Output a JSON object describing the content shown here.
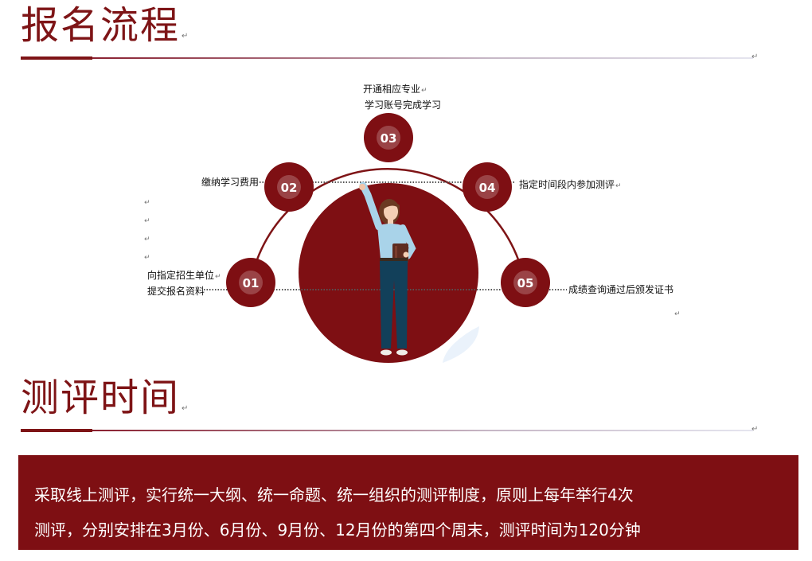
{
  "section1": {
    "title": "报名流程",
    "steps": [
      {
        "number": "01",
        "label_lines": [
          "向指定招生单位",
          "提交报名资料"
        ]
      },
      {
        "number": "02",
        "label_lines": [
          "缴纳学习费用"
        ]
      },
      {
        "number": "03",
        "label_lines": [
          "开通相应专业",
          "学习账号完成学习"
        ]
      },
      {
        "number": "04",
        "label_lines": [
          "指定时间段内参加测评"
        ]
      },
      {
        "number": "05",
        "label_lines": [
          "成绩查询通过后颁发证书"
        ]
      }
    ]
  },
  "section2": {
    "title": "测评时间",
    "paragraph_lines": [
      "采取线上测评，实行统一大纲、统一命题、统一组织的测评制度，原则上每年举行4次",
      "测评，分别安排在3月份、6月份、9月份、12月份的第四个周末，测评时间为120分钟"
    ]
  },
  "colors": {
    "accent": "#7e1416",
    "box_background": "#7e0f13",
    "badge_text": "#ffffff"
  },
  "icons": {
    "paragraph_mark": "↵",
    "illustration": "woman-holding-book-pointing-up"
  }
}
